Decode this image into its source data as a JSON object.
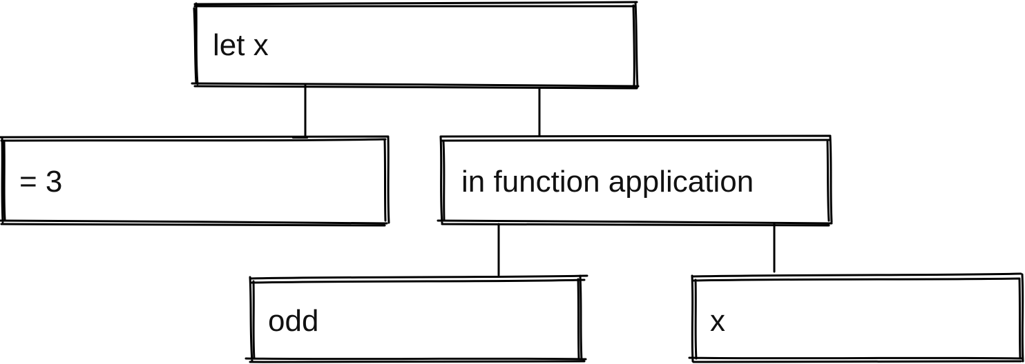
{
  "tree": {
    "root": {
      "label": "let x"
    },
    "binding": {
      "label": "= 3"
    },
    "body": {
      "label": "in function application"
    },
    "function": {
      "label": "odd"
    },
    "argument": {
      "label": "x"
    }
  },
  "style": {
    "stroke_color": "#000000",
    "background": "#ffffff",
    "text_color": "#111111"
  }
}
